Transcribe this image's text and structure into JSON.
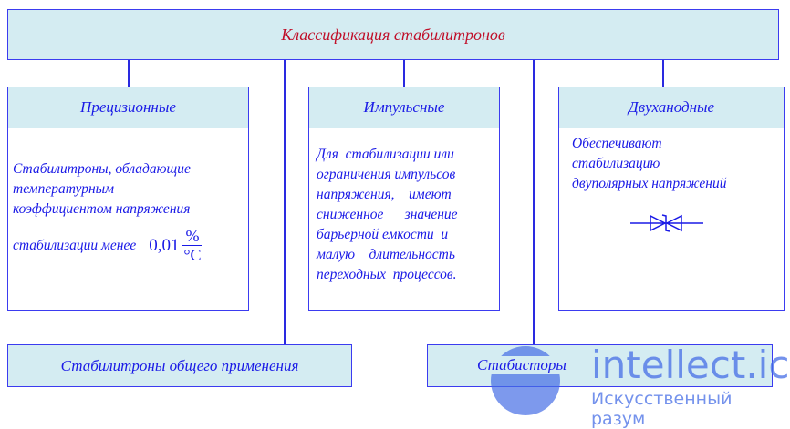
{
  "title": "Классификация стабилитронов",
  "categories": [
    {
      "header": "Прецизионные",
      "lines": [
        "Стабилитроны, обладающие",
        "температурным",
        "коэффициентом напряжения",
        "стабилизации менее"
      ],
      "formula": {
        "value": "0,01",
        "numerator": "%",
        "denominator": "°C"
      }
    },
    {
      "header": "Импульсные",
      "lines": [
        "Для  стабилизации или",
        "ограничения импульсов",
        "напряжения,    имеют",
        "сниженное      значение",
        "барьерной емкости  и",
        "малую    длительность",
        "переходных  процессов."
      ]
    },
    {
      "header": "Двуханодные",
      "lines": [
        "Обеспечивают",
        "стабилизацию",
        "двуполярных напряжений"
      ],
      "symbol": "bidirectional-zener-diode"
    }
  ],
  "bottom": [
    "Стабилитроны общего применения",
    "Стабисторы"
  ],
  "watermark": {
    "site": "intellect.icu",
    "tagline": "Искусственный разум"
  },
  "colors": {
    "title": "#c0102a",
    "text": "#1a1ae6",
    "fill": "#d4ecf2"
  }
}
